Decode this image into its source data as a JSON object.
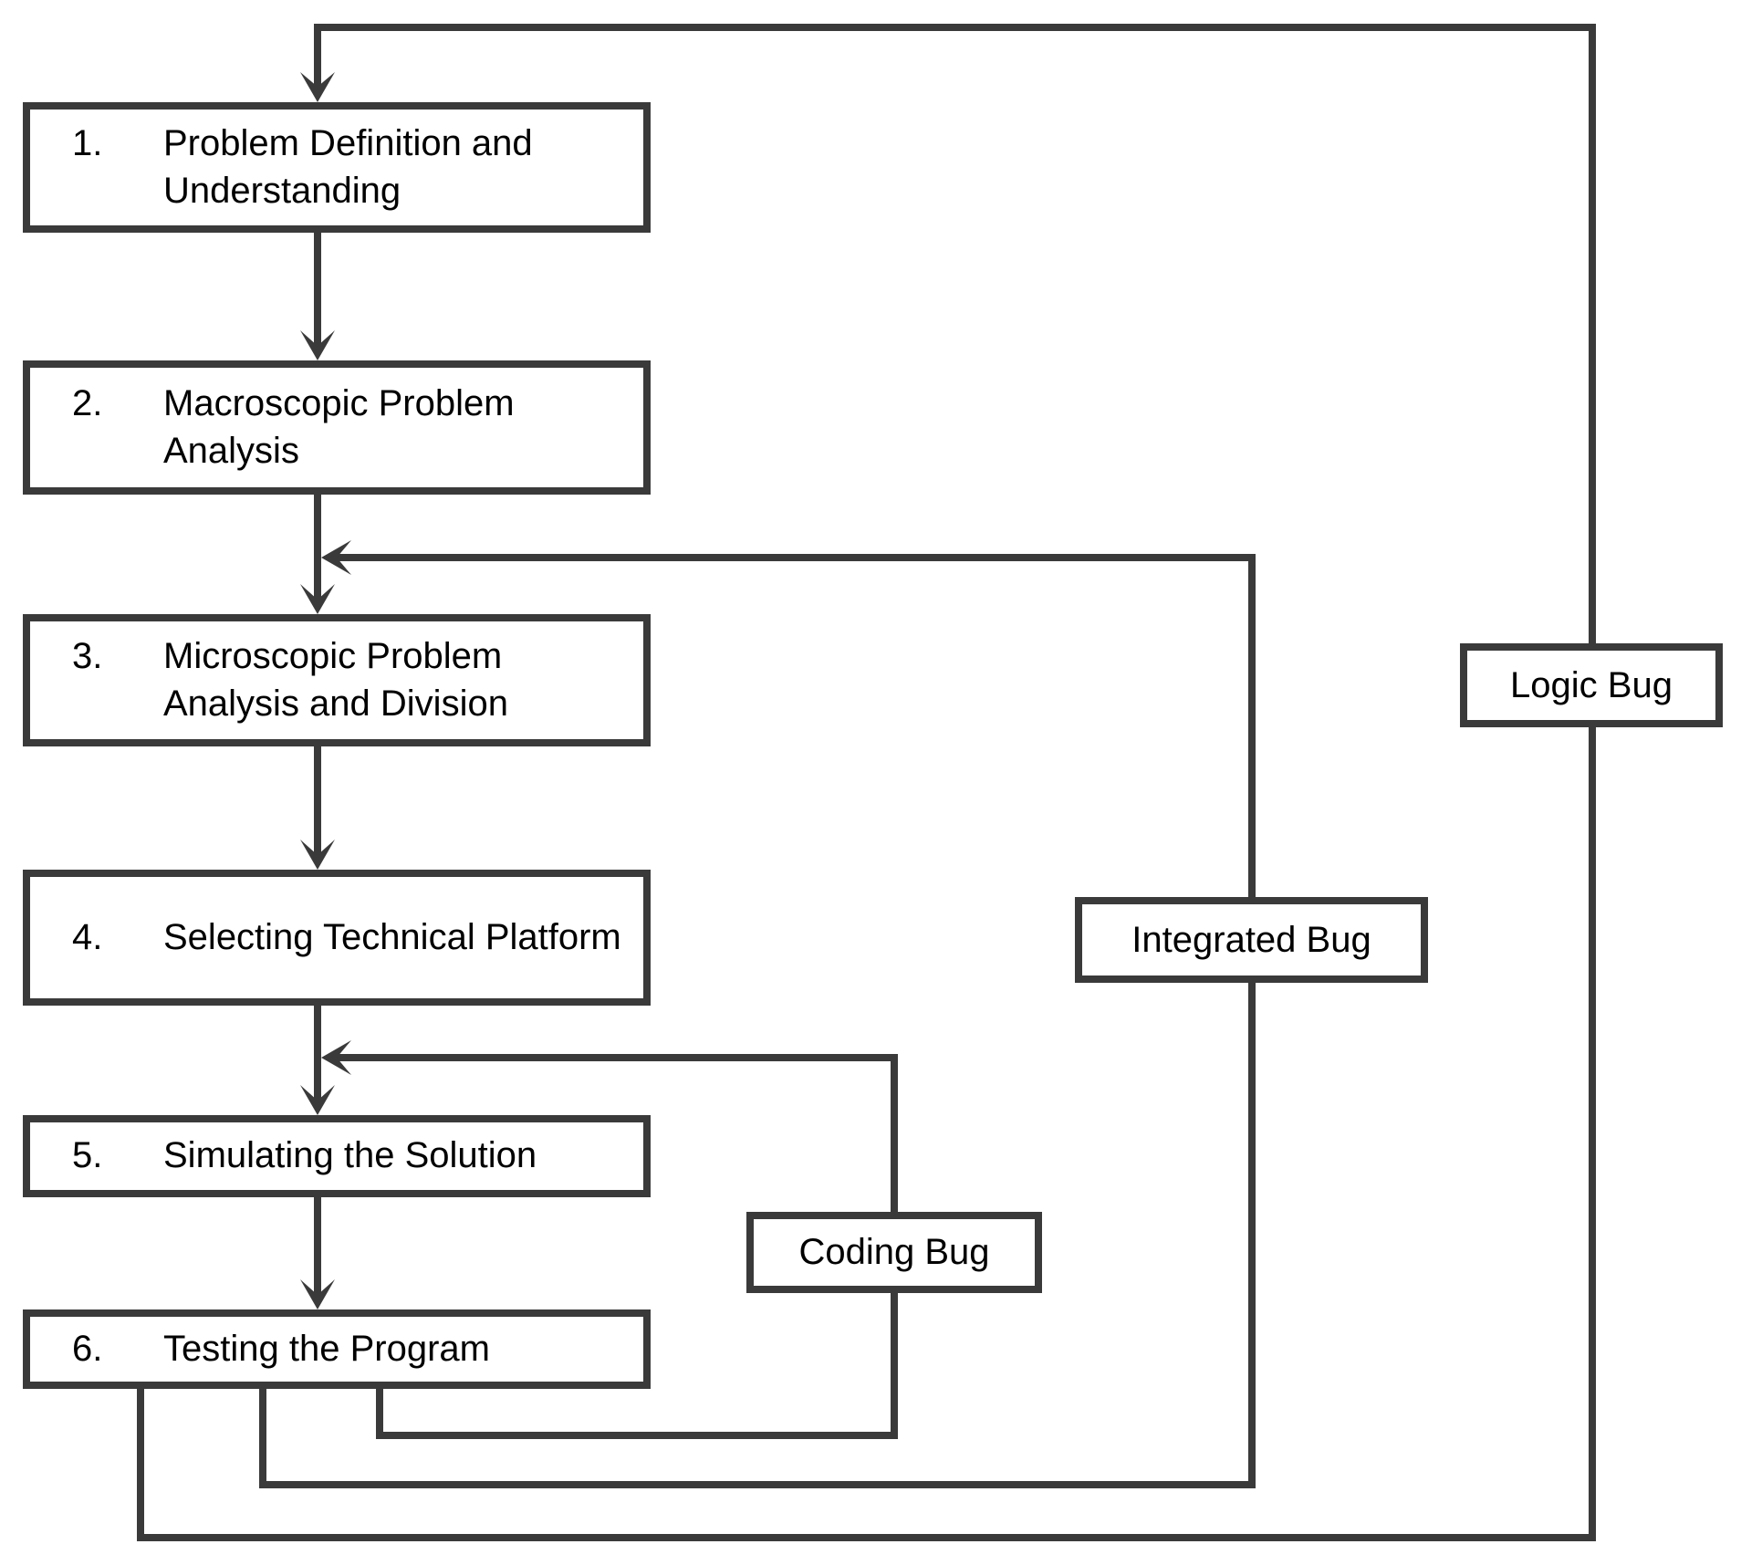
{
  "diagram": {
    "type": "flowchart",
    "boxes": [
      {
        "number": "1.",
        "label": "Problem Definition and Understanding"
      },
      {
        "number": "2.",
        "label": "Macroscopic Problem Analysis"
      },
      {
        "number": "3.",
        "label": "Microscopic Problem Analysis and Division"
      },
      {
        "number": "4.",
        "label": "Selecting Technical Platform"
      },
      {
        "number": "5.",
        "label": "Simulating the Solution"
      },
      {
        "number": "6.",
        "label": "Testing the Program"
      }
    ],
    "feedback_labels": [
      {
        "id": "logic",
        "label": "Logic Bug",
        "loops_from": "Testing the Program",
        "loops_to": "Problem Definition and Understanding"
      },
      {
        "id": "integrated",
        "label": "Integrated Bug",
        "loops_from": "Testing the Program",
        "loops_to": "Microscopic Problem Analysis and Division"
      },
      {
        "id": "coding",
        "label": "Coding Bug",
        "loops_from": "Testing the Program",
        "loops_to": "Simulating the Solution"
      }
    ],
    "colors": {
      "line": "#3a3a3a",
      "text": "#000000",
      "background": "#ffffff",
      "box_fill": "#ffffff"
    }
  }
}
